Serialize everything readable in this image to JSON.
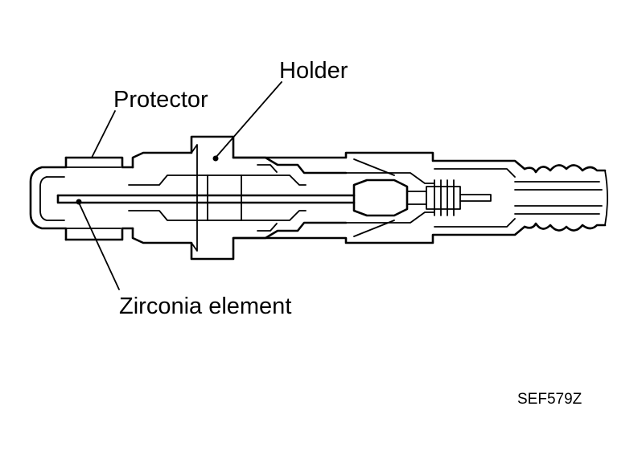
{
  "labels": {
    "holder": "Holder",
    "protector": "Protector",
    "zirconia": "Zirconia element"
  },
  "figure_code": "SEF579Z",
  "colors": {
    "line": "#000000",
    "background": "#ffffff"
  }
}
